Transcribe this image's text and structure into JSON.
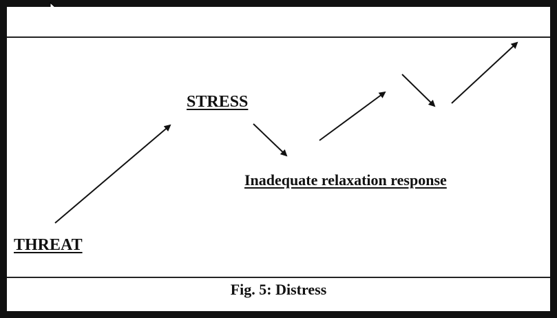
{
  "diagram": {
    "nodes": {
      "threat": "THREAT",
      "stress": "STRESS",
      "inadequate": "Inadequate relaxation response"
    },
    "caption": "Fig. 5: Distress"
  },
  "icons": {
    "cursor": "mouse-pointer-icon",
    "arrows": "arrow-icon"
  },
  "colors": {
    "background": "#111111",
    "frame": "#ffffff",
    "ink": "#111111"
  }
}
